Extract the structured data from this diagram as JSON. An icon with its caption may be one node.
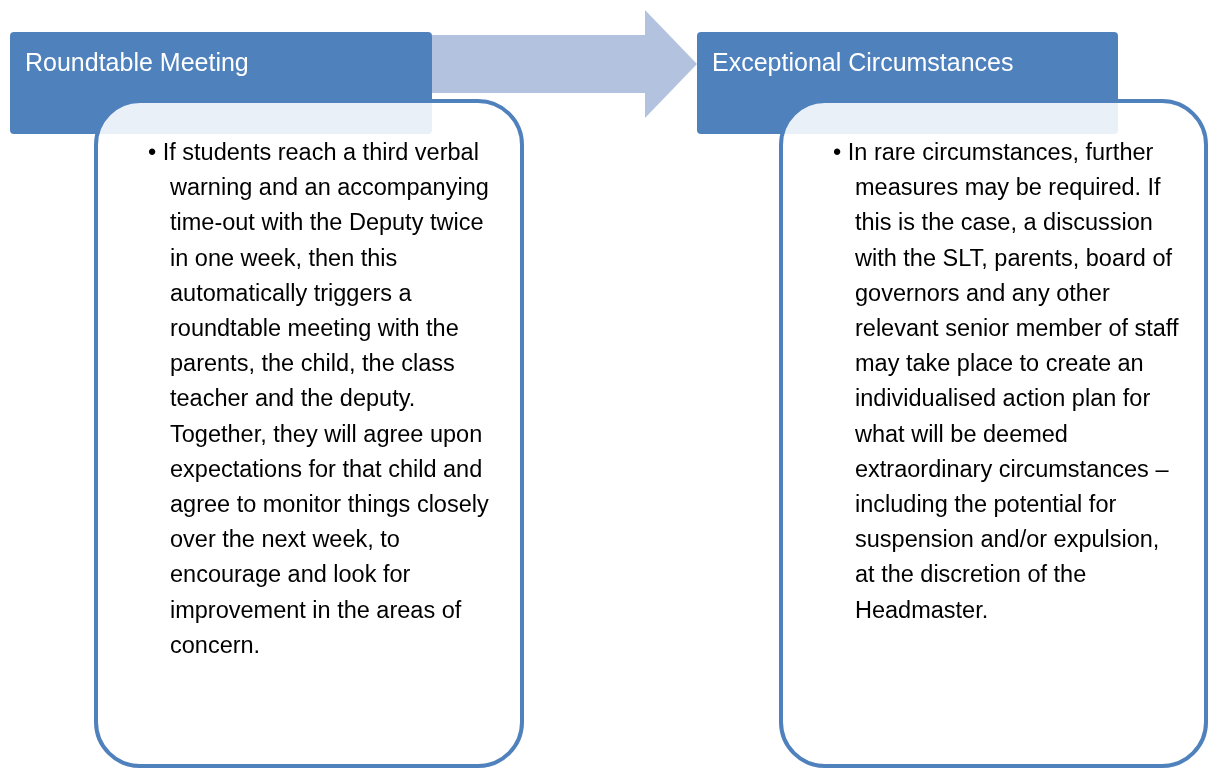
{
  "diagram": {
    "nodes": [
      {
        "text": [
          "Roundtable Meeting"
        ]
      },
      {
        "text": [
          "• If students reach a third verbal warning and an accompanying time-out with the Deputy twice in one week, then this automatically triggers a roundtable meeting with the parents, the child, the class teacher and the deputy. Together, they will agree upon expectations for that child and agree to monitor things closely over the next week, to encourage and look for improvement in the areas of concern."
        ]
      },
      {
        "text": [
          "Exceptional Circumstances"
        ]
      },
      {
        "text": [
          "• In rare circumstances, further measures may be required. If this is the case, a discussion with the SLT, parents, board of governors and any other relevant senior member of staff may take place to create an individualised action plan for what will be deemed extraordinary circumstances – including the potential for suspension and/or expulsion, at the discretion of the Headmaster."
        ]
      }
    ],
    "edges": [
      {
        "from": 0,
        "to": 2,
        "arrow": "to"
      }
    ]
  }
}
